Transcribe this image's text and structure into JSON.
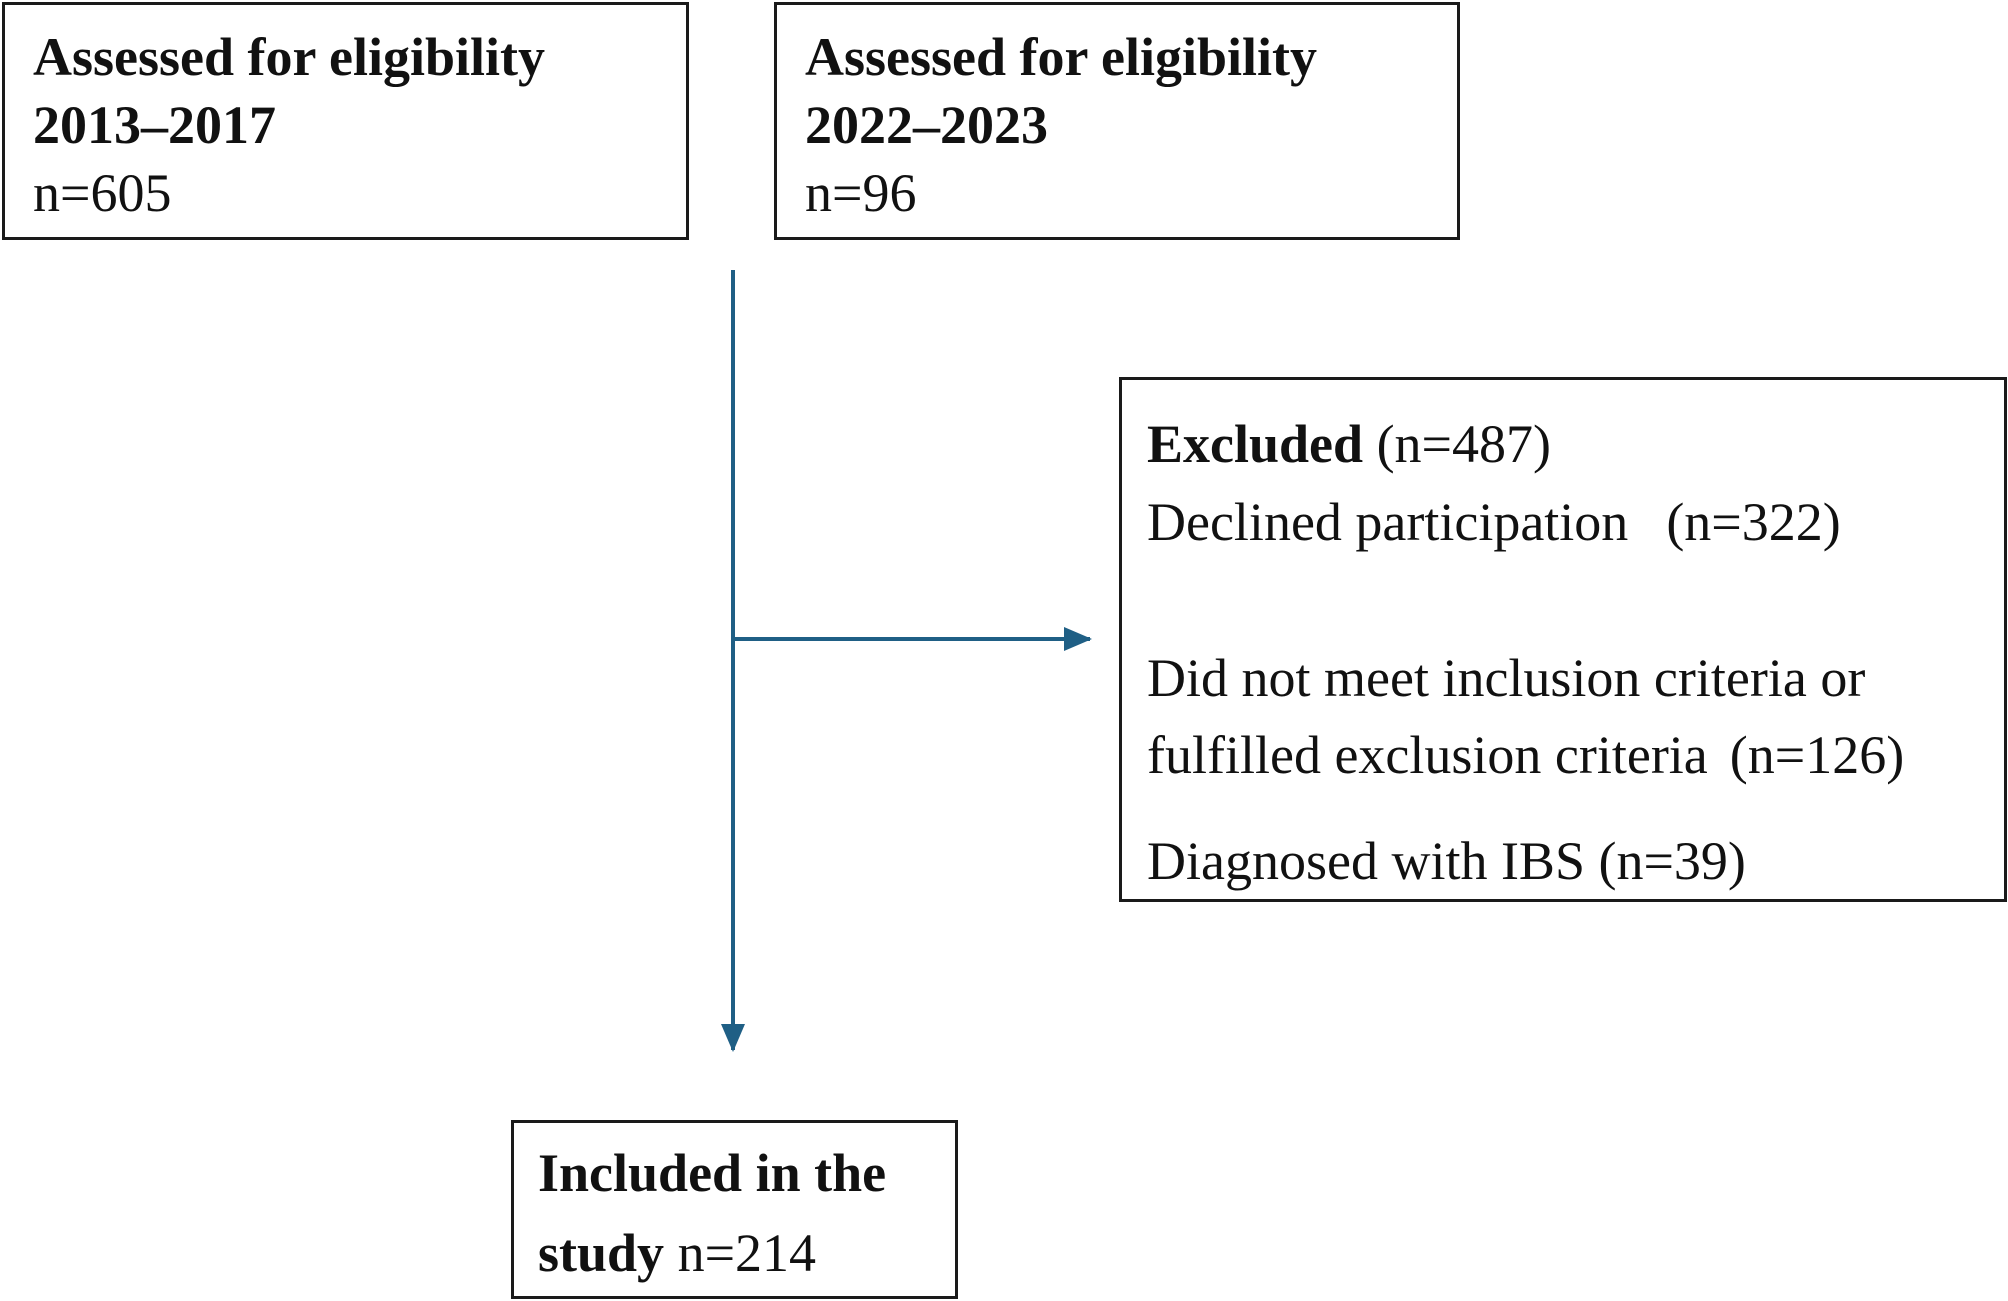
{
  "diagram": {
    "colors": {
      "arrow": "#1f5f85",
      "box_border": "#1a1a1a",
      "text": "#111111",
      "background": "#ffffff"
    },
    "box_2013": {
      "line1": "Assessed for eligibility",
      "line2": "2013–2017",
      "count": "n=605"
    },
    "box_2022": {
      "line1": "Assessed for eligibility",
      "line2": "2022–2023",
      "count": "n=96"
    },
    "excluded": {
      "title": "Excluded",
      "title_count": "(n=487)",
      "declined": "Declined participation",
      "declined_count": "(n=322)",
      "criteria_line1": "Did not meet inclusion criteria or",
      "criteria_line2": "fulfilled exclusion criteria",
      "criteria_count": "(n=126)",
      "ibs": "Diagnosed with IBS (n=39)"
    },
    "included": {
      "line1": "Included in the",
      "line2_bold": "study",
      "count": "n=214"
    }
  }
}
